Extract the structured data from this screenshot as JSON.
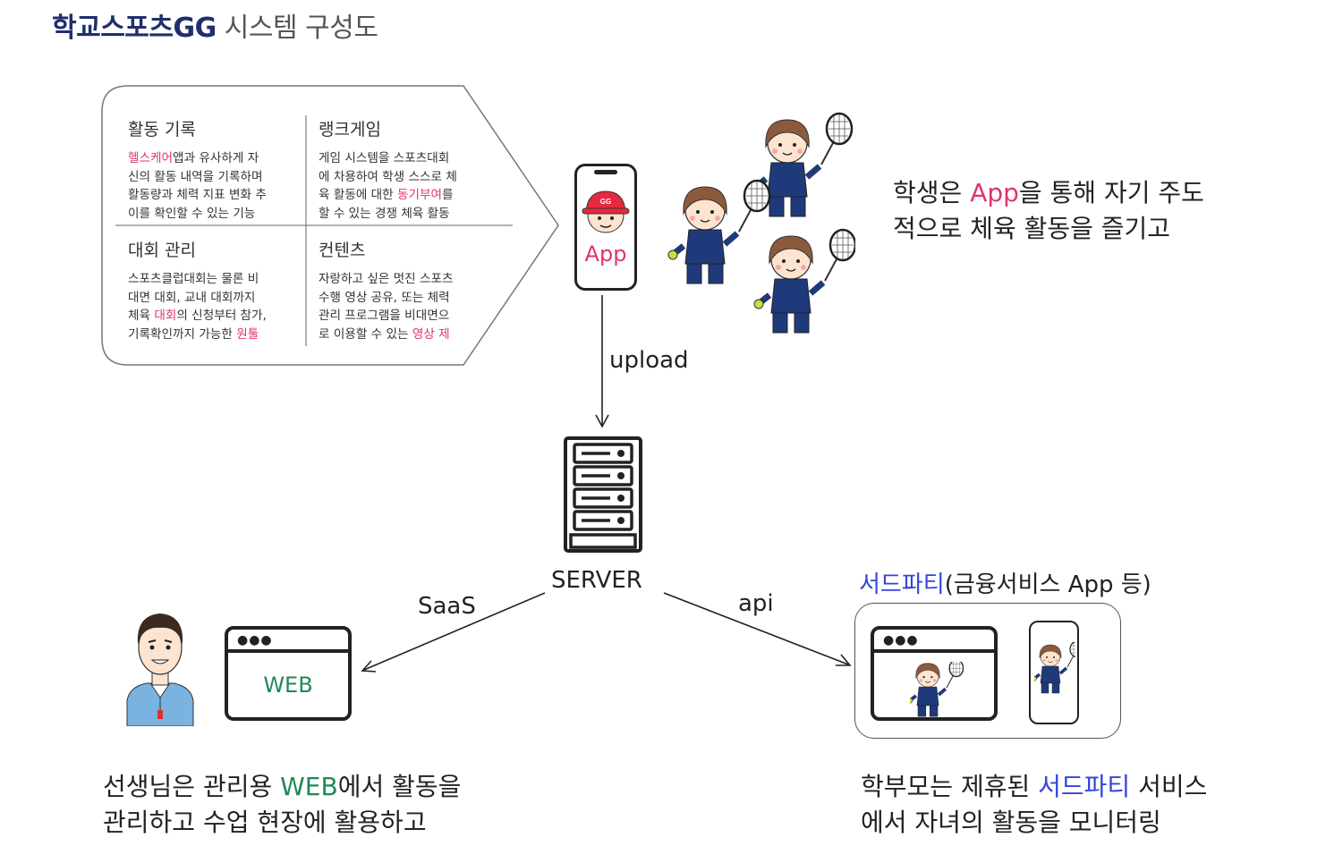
{
  "title": {
    "brand": "학교스포츠GG",
    "rest": "시스템 구성도"
  },
  "features": {
    "activity": {
      "heading": "활동 기록",
      "lines": [
        [
          {
            "t": "헬스케어",
            "c": "pink"
          },
          {
            "t": "앱과 유사하게 자"
          }
        ],
        [
          {
            "t": "신의 활동 내역을 기록하며"
          }
        ],
        [
          {
            "t": "활동량과 체력 지표 변화 추"
          }
        ],
        [
          {
            "t": "이를 확인할 수 있는 기능"
          }
        ]
      ]
    },
    "rank": {
      "heading": "랭크게임",
      "lines": [
        [
          {
            "t": "게임 시스템을 스포츠대회"
          }
        ],
        [
          {
            "t": "에 차용하여 학생 스스로 체"
          }
        ],
        [
          {
            "t": "육 활동에 대한 "
          },
          {
            "t": "동기부여",
            "c": "pink"
          },
          {
            "t": "를"
          }
        ],
        [
          {
            "t": "할 수 있는 경쟁 체육 활동"
          }
        ]
      ]
    },
    "tournament": {
      "heading": "대회 관리",
      "lines": [
        [
          {
            "t": "스포츠클럽대회는 물론 비"
          }
        ],
        [
          {
            "t": "대면 대회, 교내 대회까지"
          }
        ],
        [
          {
            "t": "체육 "
          },
          {
            "t": "대회",
            "c": "pink"
          },
          {
            "t": "의 신청부터 참가,"
          }
        ],
        [
          {
            "t": "기록확인까지 가능한 "
          },
          {
            "t": "원툴",
            "c": "pink"
          }
        ]
      ]
    },
    "contents": {
      "heading": "컨텐츠",
      "lines": [
        [
          {
            "t": "자랑하고 싶은 멋진 스포츠"
          }
        ],
        [
          {
            "t": "수행 영상 공유, 또는 체력"
          }
        ],
        [
          {
            "t": "관리 프로그램을 비대면으"
          }
        ],
        [
          {
            "t": "로 이용할 수 있는 "
          },
          {
            "t": "영상 제",
            "c": "pink"
          }
        ]
      ]
    }
  },
  "app": {
    "label": "App",
    "logo_text": "GG"
  },
  "upload_label": "upload",
  "server_label": "SERVER",
  "saas_label": "SaaS",
  "api_label": "api",
  "web_label": "WEB",
  "student_desc": {
    "lines": [
      [
        {
          "t": "학생은 "
        },
        {
          "t": "App",
          "c": "pink"
        },
        {
          "t": "을 통해 자기 주도"
        }
      ],
      [
        {
          "t": "적으로 체육 활동을 즐기고"
        }
      ]
    ]
  },
  "partner_title": [
    {
      "t": "서드파티",
      "c": "blue"
    },
    {
      "t": "(금융서비스 App 등)"
    }
  ],
  "teacher_desc": {
    "lines": [
      [
        {
          "t": "선생님은 관리용 "
        },
        {
          "t": "WEB",
          "c": "green"
        },
        {
          "t": "에서 활동을"
        }
      ],
      [
        {
          "t": "관리하고 수업 현장에 활용하고"
        }
      ]
    ]
  },
  "parent_desc": {
    "lines": [
      [
        {
          "t": "학부모는 제휴된 "
        },
        {
          "t": "서드파티",
          "c": "blue"
        },
        {
          "t": " 서비스"
        }
      ],
      [
        {
          "t": "에서 자녀의 활동을 모니터링"
        }
      ]
    ]
  },
  "colors": {
    "pink": "#e0336c",
    "green": "#1f8a55",
    "blue": "#3344dd",
    "navy": "#1f2f6e"
  },
  "icons": [
    "server-icon",
    "browser-window-icon",
    "phone-icon",
    "badminton-student-icon",
    "teacher-icon"
  ]
}
